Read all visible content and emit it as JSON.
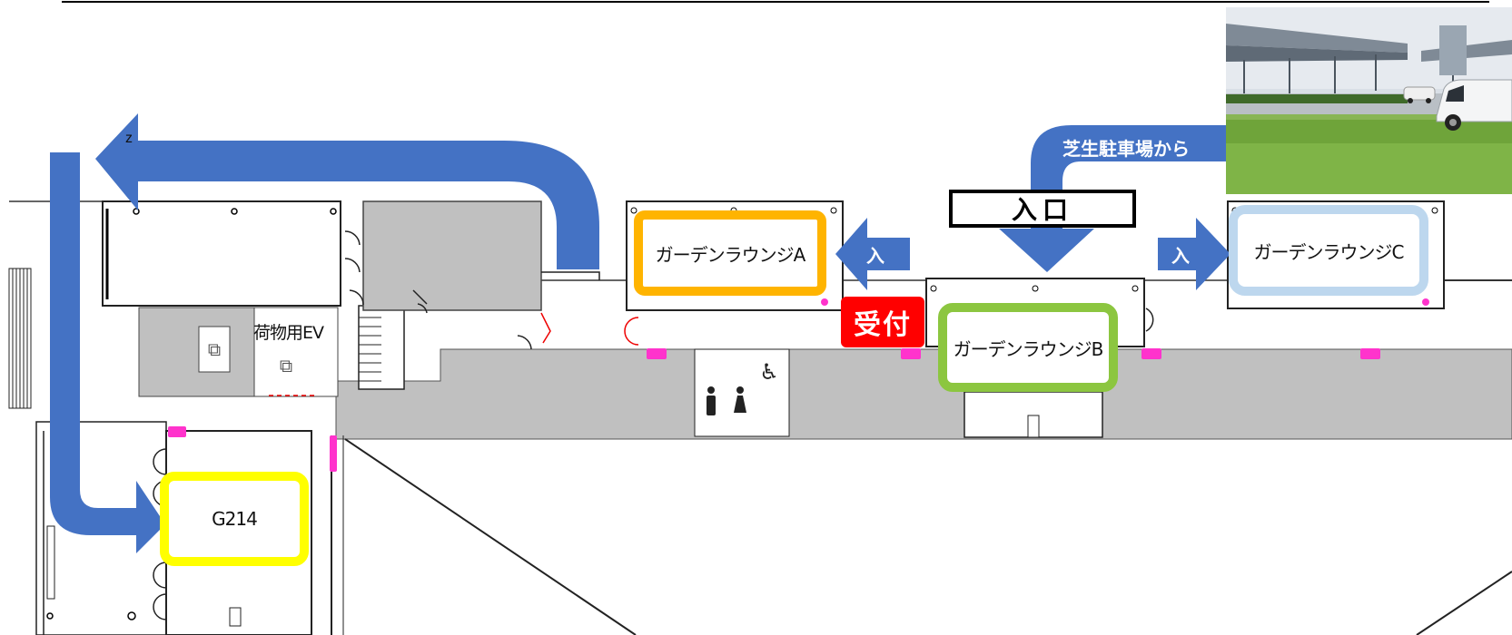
{
  "rooms": {
    "garden_a": "ガーデンラウンジA",
    "garden_b": "ガーデンラウンジB",
    "garden_c": "ガーデンラウンジC",
    "g214": "G214"
  },
  "labels": {
    "entrance": "入口",
    "reception": "受付",
    "from_parking": "芝生駐車場から",
    "enter_left": "入",
    "enter_right": "入",
    "freight_ev": "荷物用EV",
    "z_mark": "z"
  },
  "colors": {
    "route_arrow": "#4472c4",
    "garden_a_border": "#ffb400",
    "garden_b_border": "#8cc640",
    "garden_c_border": "#bdd7ee",
    "g214_border": "#ffff00",
    "reception_bg": "#ff0000",
    "corridor_gray": "#c0c0c0",
    "emergency_marker": "#ff00ff"
  },
  "icons": [
    "elevator-icon",
    "male-restroom-icon",
    "female-restroom-icon",
    "wheelchair-icon",
    "door-swing-icon",
    "parking-lot-photo"
  ]
}
